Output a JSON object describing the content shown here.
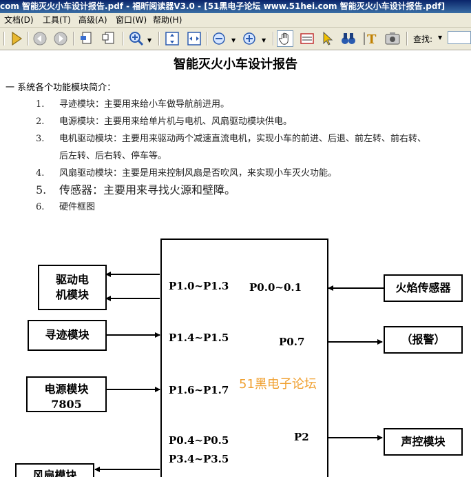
{
  "window": {
    "title": "com 智能灭火小车设计报告.pdf - 福昕阅读器V3.0 - [51黑电子论坛 www.51hei.com 智能灭火小车设计报告.pdf]"
  },
  "menu": [
    "文档(D)",
    "工具(T)",
    "高级(A)",
    "窗口(W)",
    "帮助(H)"
  ],
  "toolbar": {
    "find_label": "查找:",
    "find_value": ""
  },
  "document": {
    "title": "智能灭火小车设计报告",
    "intro": "一  系统各个功能模块简介：",
    "items": [
      {
        "num": "1.",
        "text": "寻迹模块：主要用来给小车做导航前进用。"
      },
      {
        "num": "2.",
        "text": "电源模块：主要用来给单片机与电机、风扇驱动模块供电。"
      },
      {
        "num": "3.",
        "text": "电机驱动模块：主要用来驱动两个减速直流电机，实现小车的前进、后退、前左转、前右转、",
        "cont": "后左转、后右转、停车等。"
      },
      {
        "num": "4.",
        "text": "风扇驱动模块：主要是用来控制风扇是否吹风，来实现小车灭火功能。"
      },
      {
        "num": "5.",
        "text": "传感器：主要用来寻找火源和壁障。"
      },
      {
        "num": "6.",
        "text": "硬件框图"
      }
    ]
  },
  "diagram": {
    "left_boxes": [
      {
        "label": "驱动电\n机模块"
      },
      {
        "label": "寻迹模块"
      },
      {
        "label": "电源模块\n7805"
      },
      {
        "label": "风扇模块"
      }
    ],
    "right_boxes": [
      {
        "label": "火焰传感器"
      },
      {
        "label": "（报警）"
      },
      {
        "label": "声控模块"
      }
    ],
    "pins_left": [
      "P1.0~P1.3",
      "P1.4~P1.5",
      "P1.6~P1.7",
      "P0.4~P0.5",
      "P3.4~P3.5"
    ],
    "pins_right": [
      "P0.0~0.1",
      "P0.7",
      "P2"
    ]
  },
  "watermark": "51黑电子论坛"
}
